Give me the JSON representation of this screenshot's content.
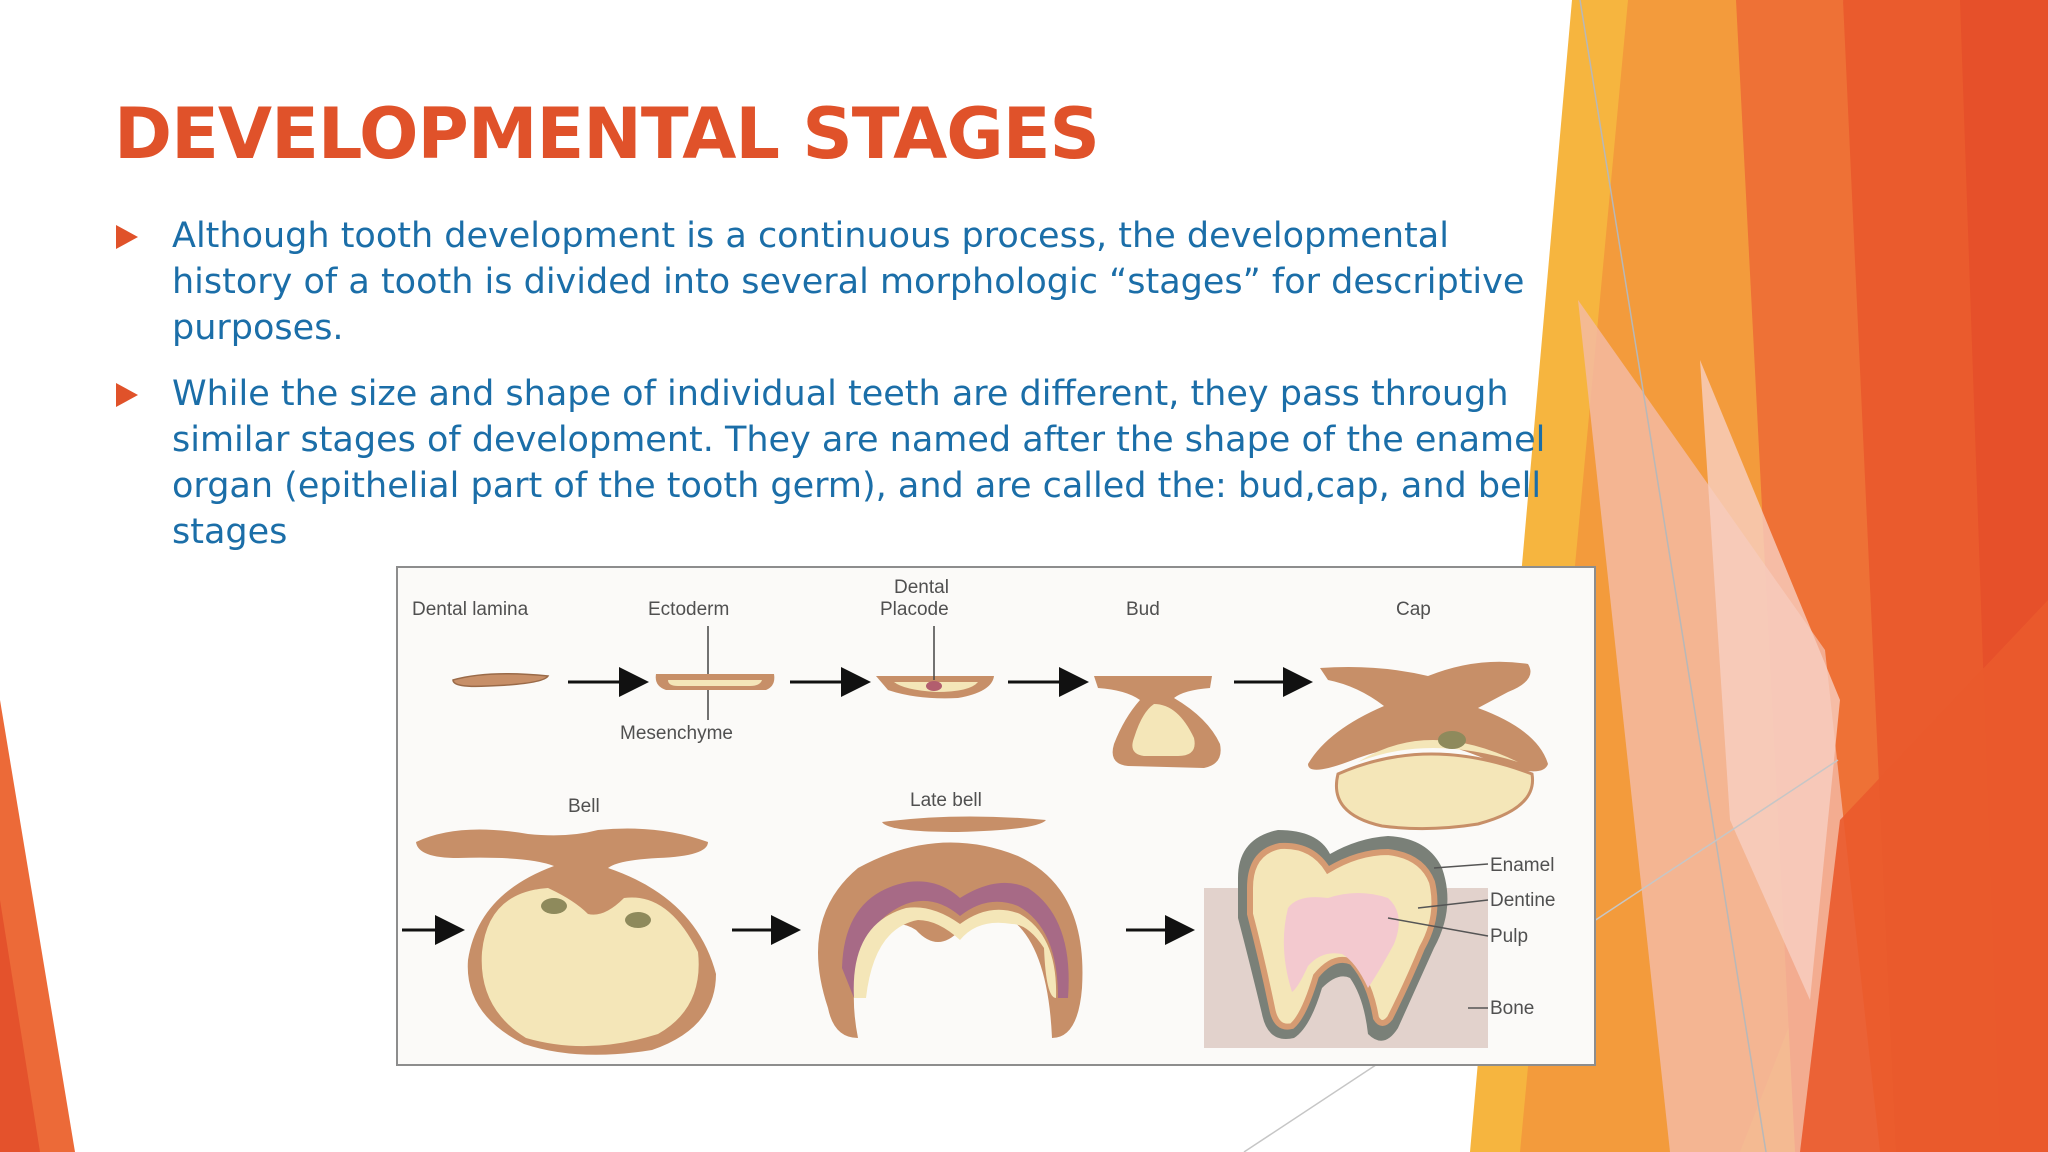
{
  "slide": {
    "title": "DEVELOPMENTAL STAGES",
    "bullets": [
      "Although tooth development is a continuous process, the developmental history of a tooth is divided into several morphologic “stages” for descriptive purposes.",
      "While the size and shape of individual teeth are different, they pass through similar stages of development. They are named after the shape of the enamel organ (epithelial part of the tooth germ), and are called the: bud,cap, and bell stages"
    ]
  },
  "figure": {
    "labels": {
      "dental_lamina": "Dental lamina",
      "ectoderm": "Ectoderm",
      "dental_placode_1": "Dental",
      "dental_placode_2": "Placode",
      "bud": "Bud",
      "cap": "Cap",
      "mesenchyme": "Mesenchyme",
      "bell": "Bell",
      "late_bell": "Late bell",
      "enamel": "Enamel",
      "dentine": "Dentine",
      "pulp": "Pulp",
      "bone": "Bone"
    }
  },
  "colors": {
    "title": "#e0522a",
    "body_text": "#1b6ea8",
    "bullet_marker": "#e0522a",
    "epithelium": "#c78f68",
    "mesenchyme": "#f4e6b8"
  }
}
